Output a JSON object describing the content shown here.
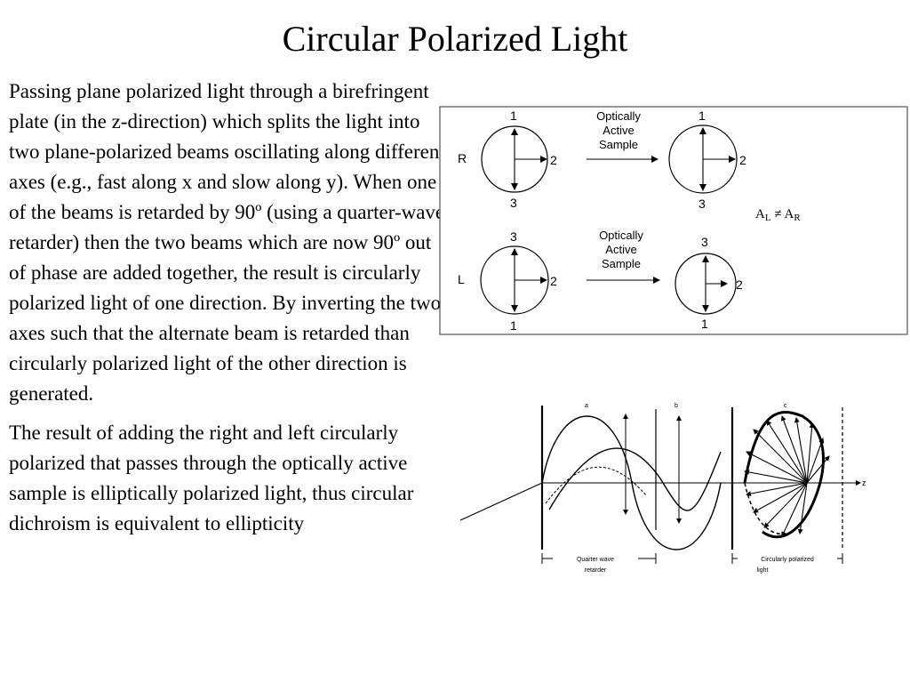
{
  "slide": {
    "title": "Circular Polarized Light",
    "paragraphs": [
      "Passing plane polarized light through a birefringent plate (in the z-direction) which splits the light into two plane-polarized beams oscillating along different axes (e.g., fast along x and slow along y). When one of the beams is retarded by 90º (using a quarter-wave retarder) then the two beams which are now 90º out of phase are added together, the result is circularly polarized light of one direction. By inverting the two axes such that the alternate beam is retarded than circularly polarized light of the other direction is generated.",
      "The result of adding the right and left circularly polarized that passes through the optically active sample is elliptically polarized light, thus circular dichroism is equivalent to ellipticity"
    ]
  },
  "figure1": {
    "row_r": {
      "label": "R",
      "sample_label": [
        "Optically",
        "Active",
        "Sample"
      ],
      "in_labels": {
        "top": "1",
        "right": "2",
        "bottom": "3"
      },
      "out_labels": {
        "top": "1",
        "right": "2",
        "bottom": "3"
      }
    },
    "row_l": {
      "label": "L",
      "sample_label": [
        "Optically",
        "Active",
        "Sample"
      ],
      "in_labels": {
        "top": "3",
        "right": "2",
        "bottom": "1"
      },
      "out_labels": {
        "top": "3",
        "right": "2",
        "bottom": "1"
      }
    },
    "inequality": {
      "a": "A",
      "sub_l": "L",
      "neq": "≠",
      "sub_r": "R"
    }
  },
  "figure2": {
    "point_labels": [
      "a",
      "b",
      "c"
    ],
    "axis_label": "z",
    "label_quarter_wave": [
      "Quarter wave",
      "retarder"
    ],
    "label_circular": [
      "Circularly polarized",
      "light"
    ]
  }
}
